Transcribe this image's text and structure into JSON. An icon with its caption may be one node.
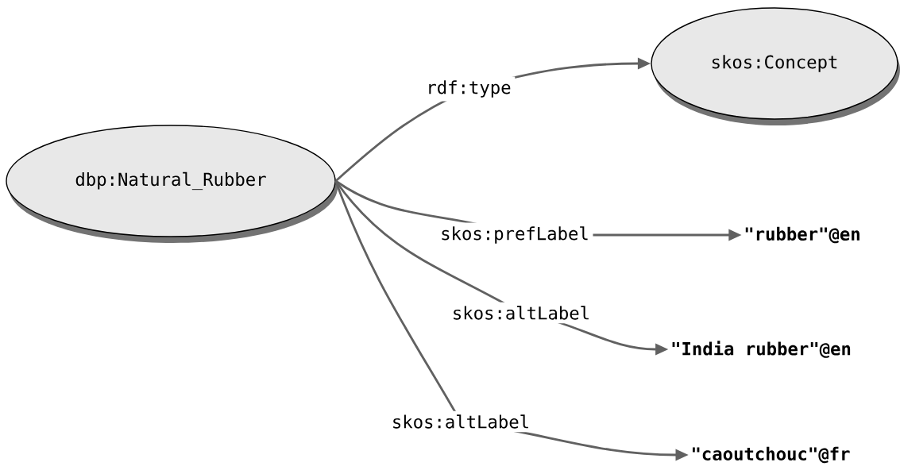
{
  "diagram": {
    "nodes": [
      {
        "text": [
          "dbp:Natural_Rubber"
        ]
      },
      {
        "text": [
          "skos:Concept"
        ]
      },
      {
        "text": [
          "\"rubber\"@en"
        ]
      },
      {
        "text": [
          "\"India rubber\"@en"
        ]
      },
      {
        "text": [
          "\"caoutchouc\"@fr"
        ]
      }
    ],
    "edges": [
      {
        "from": 0,
        "to": 1,
        "arrow": "to",
        "label": "rdf:type"
      },
      {
        "from": 0,
        "to": 2,
        "arrow": "to",
        "label": "skos:prefLabel"
      },
      {
        "from": 0,
        "to": 3,
        "arrow": "to",
        "label": "skos:altLabel"
      },
      {
        "from": 0,
        "to": 4,
        "arrow": "to",
        "label": "skos:altLabel"
      }
    ]
  }
}
